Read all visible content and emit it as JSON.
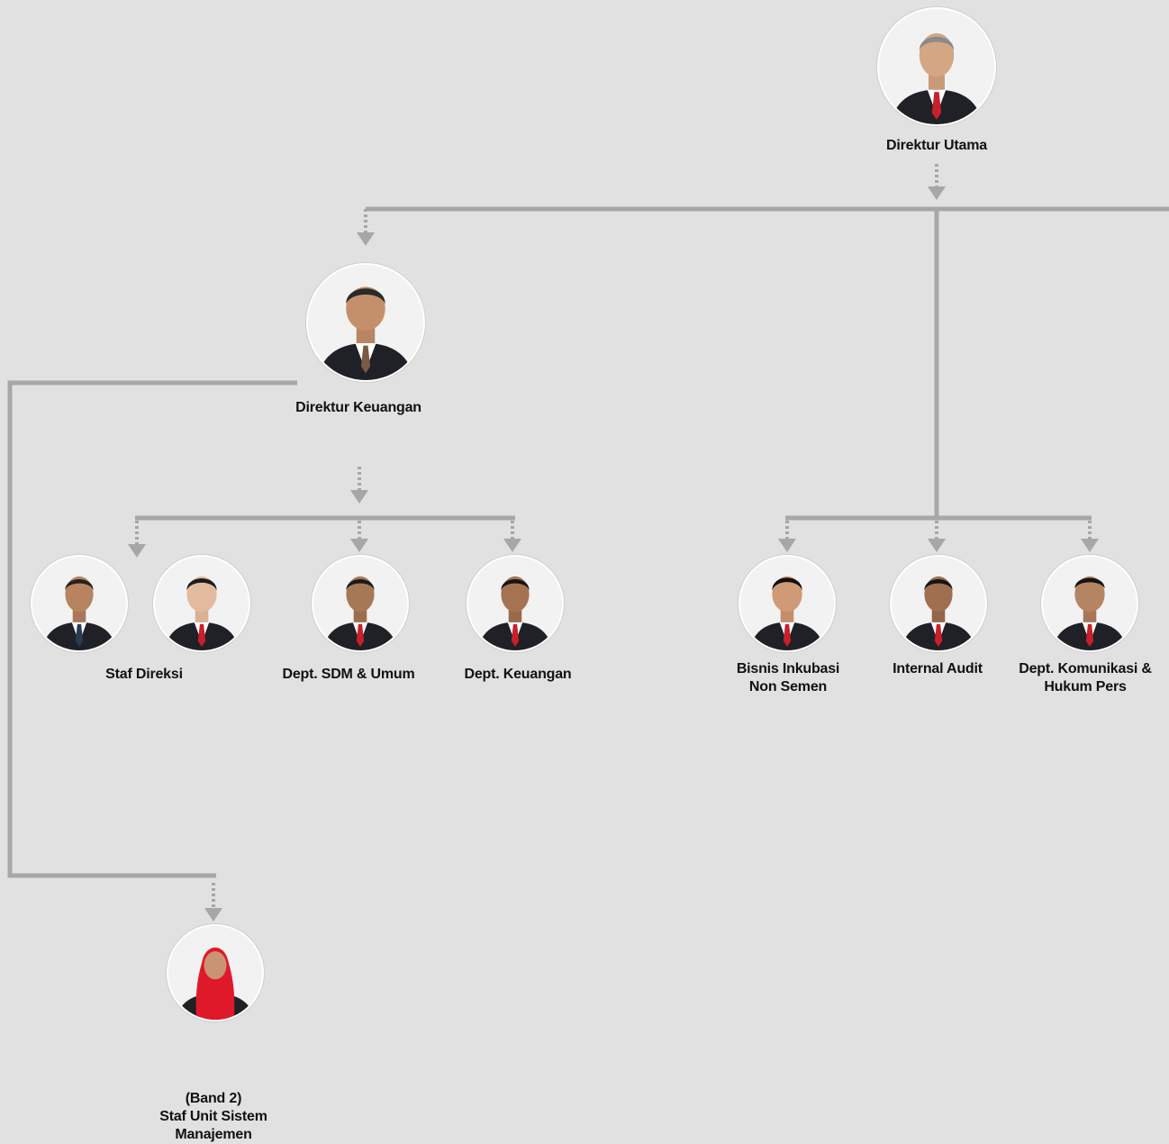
{
  "nodes": {
    "direktur_utama": {
      "label": "Direktur Utama"
    },
    "direktur_keuangan": {
      "label": "Direktur Keuangan"
    },
    "staf_direksi": {
      "label": "Staf Direksi"
    },
    "dept_sdm": {
      "label": "Dept. SDM & Umum"
    },
    "dept_keuangan": {
      "label": "Dept. Keuangan"
    },
    "bisnis_inkubasi": {
      "line1": "Bisnis Inkubasi",
      "line2": "Non Semen"
    },
    "internal_audit": {
      "label": "Internal Audit"
    },
    "dept_komunikasi": {
      "line1": "Dept. Komunikasi &",
      "line2": "Hukum Pers"
    },
    "staf_unit": {
      "line1": "(Band 2)",
      "line2": "Staf Unit Sistem",
      "line3": "Manajemen"
    }
  },
  "colors": {
    "background": "#e1e1e1",
    "connector": "#a7a7a9",
    "text": "#111111",
    "suit": "#1f2126",
    "tie_red": "#c8202a",
    "hijab_red": "#e0192a"
  }
}
